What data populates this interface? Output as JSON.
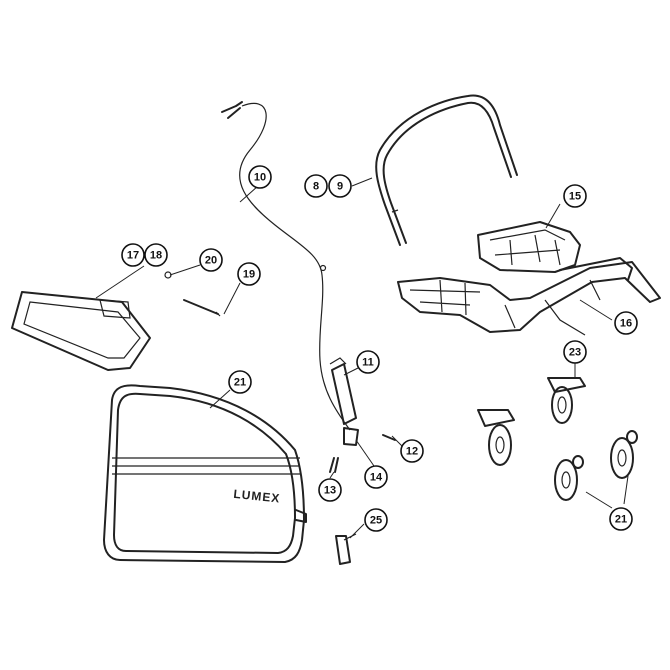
{
  "diagram": {
    "callouts": [
      {
        "id": "c10",
        "label": "10"
      },
      {
        "id": "c8",
        "label": "8"
      },
      {
        "id": "c9",
        "label": "9"
      },
      {
        "id": "c15",
        "label": "15"
      },
      {
        "id": "c17",
        "label": "17"
      },
      {
        "id": "c18",
        "label": "18"
      },
      {
        "id": "c20",
        "label": "20"
      },
      {
        "id": "c19",
        "label": "19"
      },
      {
        "id": "c16",
        "label": "16"
      },
      {
        "id": "c11",
        "label": "11"
      },
      {
        "id": "c23",
        "label": "23"
      },
      {
        "id": "c21a",
        "label": "21"
      },
      {
        "id": "c12",
        "label": "12"
      },
      {
        "id": "c14",
        "label": "14"
      },
      {
        "id": "c13",
        "label": "13"
      },
      {
        "id": "c25",
        "label": "25"
      },
      {
        "id": "c21b",
        "label": "21"
      }
    ],
    "brand_text": "LUMEX"
  }
}
